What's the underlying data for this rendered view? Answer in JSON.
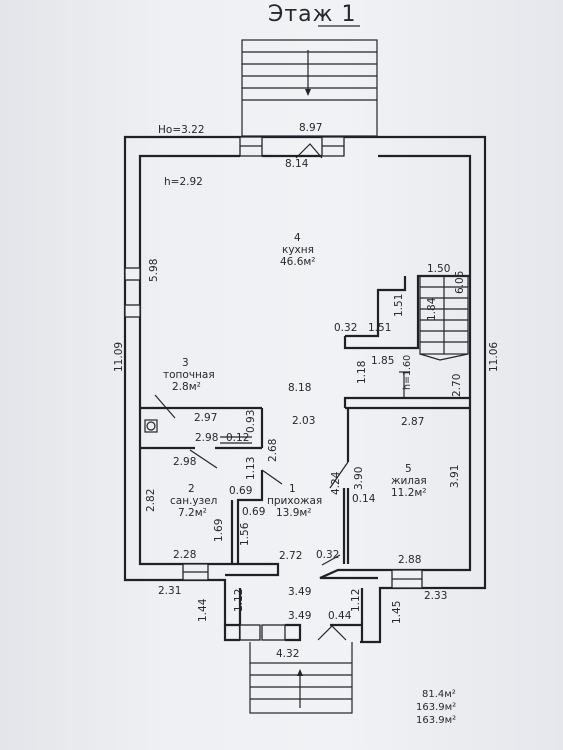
{
  "title": "Этаж 1",
  "marks": {
    "ho": "Ho=3.22",
    "h_main": "h=2.92",
    "h_stair": "h=1.60"
  },
  "rooms": [
    {
      "num": "4",
      "name": "кухня",
      "area": "46.6м²"
    },
    {
      "num": "3",
      "name": "топочная",
      "area": "2.8м²"
    },
    {
      "num": "2",
      "name": "сан.узел",
      "area": "7.2м²"
    },
    {
      "num": "1",
      "name": "прихожая",
      "area": "13.9м²"
    },
    {
      "num": "5",
      "name": "жилая",
      "area": "11.2м²"
    }
  ],
  "dims": {
    "top_outer": "8.97",
    "top_inner": "8.14",
    "left_outer": "11.09",
    "left_wall": "5.98",
    "right_outer": "11.06",
    "st_150": "1.50",
    "st_605": "6.05",
    "st_151v": "1.51",
    "st_184": "1.84",
    "d_032a": "0.32",
    "d_151h": "1.51",
    "d_185": "1.85",
    "d_118": "1.18",
    "d_270": "2.70",
    "d_818": "8.18",
    "d_297": "2.97",
    "d_298a": "2.98",
    "d_012": "0.12",
    "d_093": "0.93",
    "d_203": "2.03",
    "d_287": "2.87",
    "d_298b": "2.98",
    "d_113": "1.13",
    "d_268": "2.68",
    "d_390": "3.90",
    "d_391": "3.91",
    "d_282": "2.82",
    "d_069a": "0.69",
    "d_069b": "0.69",
    "d_424": "4.24",
    "d_014": "0.14",
    "d_169": "1.69",
    "d_156": "1.56",
    "d_228": "2.28",
    "d_272": "2.72",
    "d_032b": "0.32",
    "d_288": "2.88",
    "d_231": "2.31",
    "d_233": "2.33",
    "d_349a": "3.49",
    "d_349b": "3.49",
    "d_144": "1.44",
    "d_112a": "1.12",
    "d_044": "0.44",
    "d_112b": "1.12",
    "d_145": "1.45",
    "d_432": "4.32"
  },
  "areas_summary": [
    "81.4м²",
    "163.9м²",
    "163.9м²"
  ]
}
